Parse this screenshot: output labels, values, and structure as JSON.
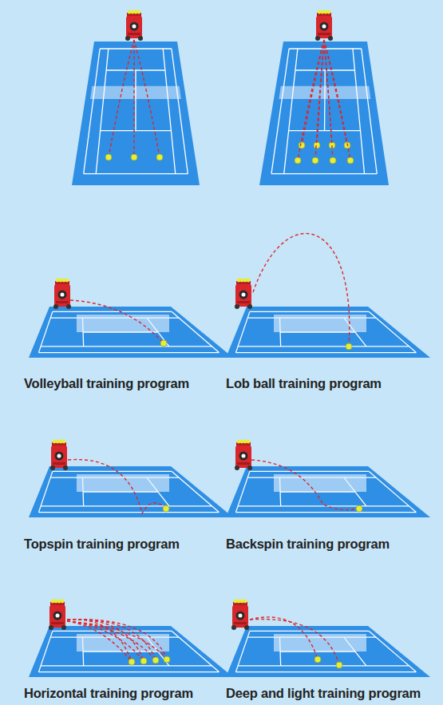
{
  "diagram": {
    "labels": [
      "Volleyball training program",
      "Lob ball training program",
      "Topspin training program",
      "Backspin training program",
      "Horizontal training program",
      "Deep and light training program"
    ]
  }
}
